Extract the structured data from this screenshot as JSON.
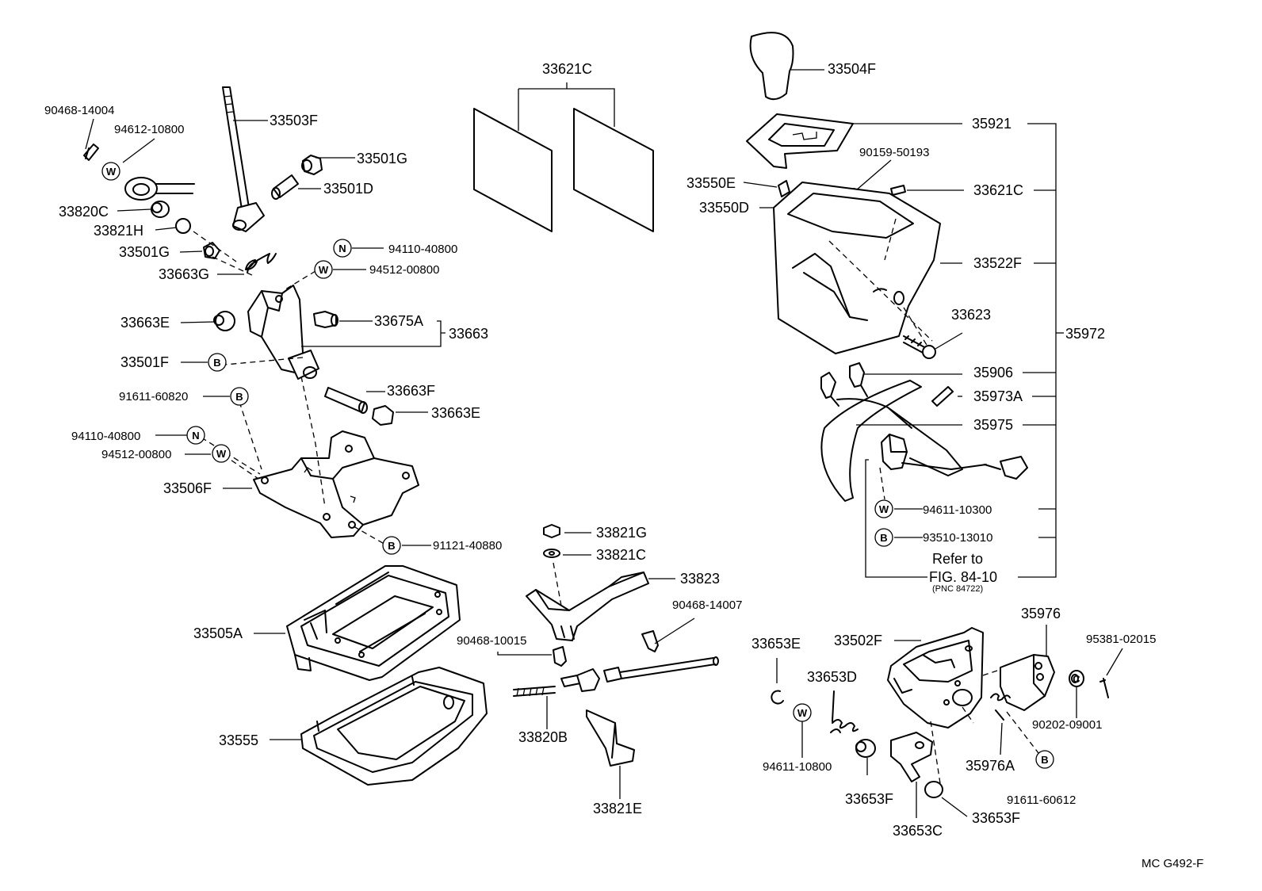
{
  "diagram_id": "MC  G492-F",
  "refer": {
    "line1": "Refer to",
    "line2": "FIG. 84-10",
    "line3": "(PNC 84722)"
  },
  "circle_marks": {
    "washer": "W",
    "nut": "N",
    "bolt": "B",
    "clip": "C"
  },
  "labels": {
    "p90468_14004": "90468-14004",
    "p94612_10800": "94612-10800",
    "p33503F": "33503F",
    "p33501G_a": "33501G",
    "p33501D": "33501D",
    "p33820C": "33820C",
    "p33821H": "33821H",
    "p33501G_b": "33501G",
    "p33663G": "33663G",
    "p94110_40800_a": "94110-40800",
    "p94512_00800_a": "94512-00800",
    "p33663E_a": "33663E",
    "p33675A": "33675A",
    "p33663": "33663",
    "p33501F": "33501F",
    "p91611_60820": "91611-60820",
    "p33663F": "33663F",
    "p33663E_b": "33663E",
    "p94110_40800_b": "94110-40800",
    "p94512_00800_b": "94512-00800",
    "p33506F": "33506F",
    "p91121_40880": "91121-40880",
    "p33621C_a": "33621C",
    "p33504F": "33504F",
    "p35921": "35921",
    "p90159_50193": "90159-50193",
    "p33550E": "33550E",
    "p33550D": "33550D",
    "p33621C_b": "33621C",
    "p33522F": "33522F",
    "p33623": "33623",
    "p35972": "35972",
    "p35906": "35906",
    "p35973A": "35973A",
    "p35975": "35975",
    "p94611_10300": "94611-10300",
    "p93510_13010": "93510-13010",
    "p33821G": "33821G",
    "p33821C": "33821C",
    "p33823": "33823",
    "p90468_14007": "90468-14007",
    "p33505A": "33505A",
    "p90468_10015": "90468-10015",
    "p33555": "33555",
    "p33820B": "33820B",
    "p33821E": "33821E",
    "p33653E": "33653E",
    "p33502F": "33502F",
    "p35976": "35976",
    "p95381_02015": "95381-02015",
    "p33653D": "33653D",
    "p90202_09001": "90202-09001",
    "p94611_10800": "94611-10800",
    "p35976A": "35976A",
    "p91611_60612": "91611-60612",
    "p33653F_a": "33653F",
    "p33653F_b": "33653F",
    "p33653C": "33653C"
  }
}
